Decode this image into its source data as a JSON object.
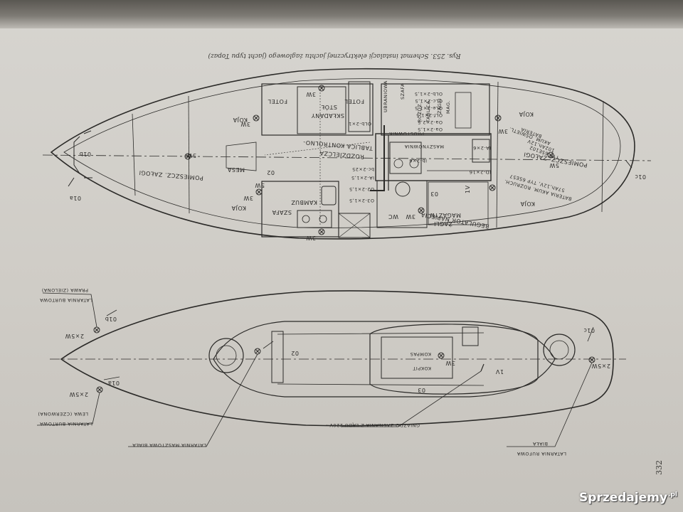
{
  "caption": "Rys. 253. Schemat instalacji elektrycznej jachtu żaglowego (jacht typu Topaz)",
  "page_number": "332",
  "watermark": {
    "text": "Sprzedajemy",
    "suffix": ".pl"
  },
  "colors": {
    "ink": "#2b2a28",
    "paper": "#d2cfca",
    "background": "#3f3d3a"
  },
  "plan_top": {
    "labels": {
      "koja_tl": "KOJA",
      "koja_bl": "KOJA",
      "koja_tr": "KOJA",
      "koja_br": "KOJA",
      "pomieszcz_left": "POMIESZCZ. ZAŁOGI",
      "pomieszcz_right": "POMIESZCZ. ZAŁOGI",
      "stol": "STÓŁ",
      "skladany": "SKŁADANY",
      "fotel_a": "FOTEL",
      "fotel_b": "FOTEL",
      "mesa": "MESA",
      "tablica": "TABLICA KONTROLNO-",
      "rozdzielcza": "ROZDZIELCZA",
      "kambuz": "KAMBUZ",
      "szafa_l": "SZAFA",
      "szafa_r": "SZAFA",
      "ubraniowa": "UBRANIOWA",
      "zagli": "ŻAGLI",
      "mag": "MAG.",
      "tablica_rozdz": "TABLICA",
      "rozdz": "ROZDZ.",
      "prostownik": "PROSTOWNIK",
      "maszynownia": "MASZYNOWNIA",
      "magazyn": "MAGAZYN",
      "zagli2": "ŻAGLI",
      "wc": "WC",
      "regulator": "REGULATOR NAPIĘCIA",
      "bateria_osw_1": "BATERIA",
      "bateria_osw_2": "AKUM. OŚWIETL.",
      "bateria_osw_3": "102Ah,12V",
      "bateria_osw_4": "TYP 6SE102",
      "bateria_roz_1": "BATERIA AKUM. ROZRUCH.",
      "bateria_roz_2": "57Ah,12V, TYP 6SE57",
      "l_3w_a": "3W",
      "l_3w_b": "3W",
      "l_3w_c": "3W",
      "l_3w_d": "3W",
      "l_3w_e": "3W",
      "l_3w_f": "3W",
      "l_5w_a": "5W",
      "l_5w_b": "5W",
      "l_5w_c": "5W",
      "l_01b": "01b",
      "l_01a": "01a",
      "l_01c": "01c",
      "l_02": "02",
      "l_03": "03",
      "l_1v": "1V"
    },
    "cables": [
      "OLb-2×1,5",
      "OLc-2×1,5",
      "OLe-2×1,5",
      "OLf-2×1,5",
      "Oa-2×2,5",
      "Oa-2×1,5",
      "OLb-2×1",
      "IA-2×6",
      "Ib-2×6",
      "ID-2×16",
      "bc-2×25",
      "IA-2×1,5",
      "O2-2×1,5",
      "O3-2×1,5"
    ]
  },
  "plan_bottom": {
    "labels": {
      "latarnia_prawa_1": "LATARNIA BURTOWA",
      "latarnia_prawa_2": "PRAWA (ZIELONA)",
      "latarnia_lewa_1": "LATARNIA BURTOWA",
      "latarnia_lewa_2": "LEWA (CZERWONA)",
      "latarnia_maszt": "LATARNIA MASZTOWA BIAŁA",
      "gniazdo": "GNIAZDO ZASILANIA Z LĄDU 220V~",
      "latarnia_rufowa_1": "LATARNIA RUFOWA",
      "latarnia_rufowa_2": "BIAŁA",
      "kokpit": "KOKPIT",
      "kompas": "KOMPAS",
      "l_3w": "3W",
      "l_2x5w_a": "2×5W",
      "l_2x5w_b": "2×5W",
      "l_2x5w_c": "2×5W",
      "l_01a": "01a",
      "l_01b": "01b",
      "l_01c": "01c",
      "l_02": "02",
      "l_03": "03",
      "l_1v": "1V"
    }
  }
}
